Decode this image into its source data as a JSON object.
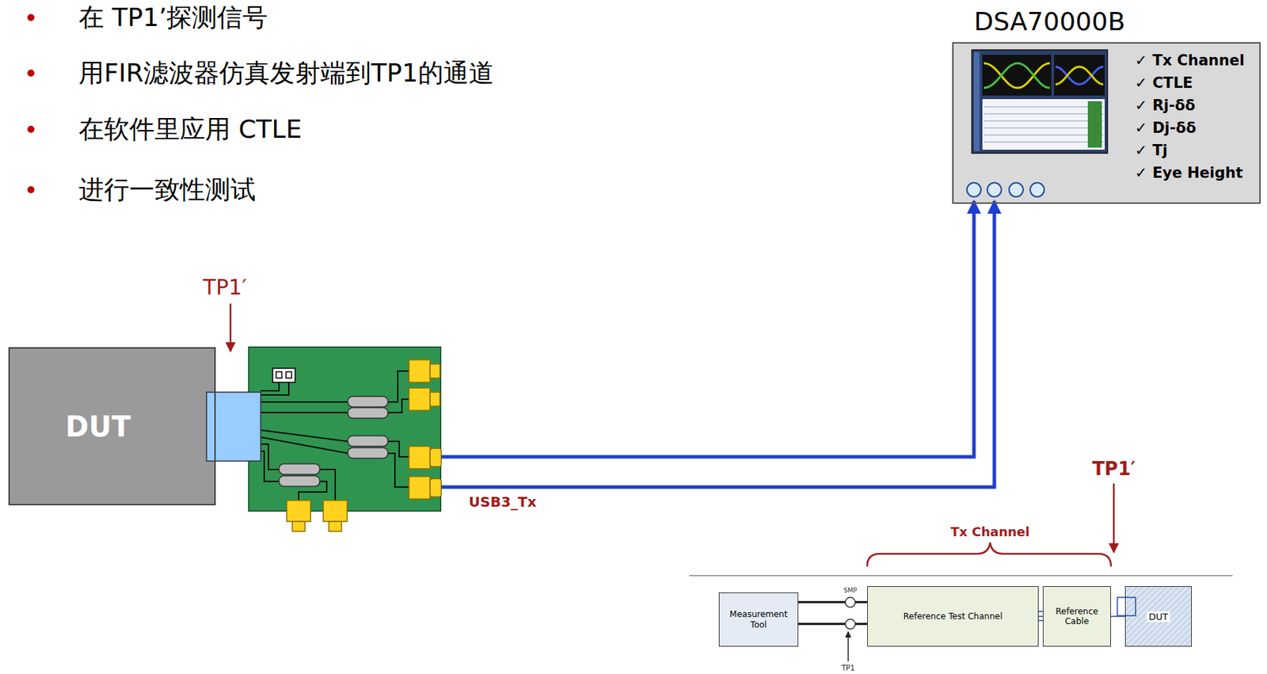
{
  "diagram": {
    "nodes": [
      {
        "text": [
          "DSA70000B",
          "✓ Tx Channel",
          "✓ CTLE",
          "✓ Rj-δδ",
          "✓ Dj-δδ",
          "✓ Tj",
          "✓ Eye Height"
        ]
      },
      {
        "text": [
          "DUT"
        ]
      },
      {
        "text": [
          "Measurement Tool"
        ]
      },
      {
        "text": [
          "Reference Test Channel"
        ]
      },
      {
        "text": [
          "Reference Cable"
        ]
      },
      {
        "text": [
          "DUT"
        ]
      }
    ],
    "edges": [
      {
        "from": 2,
        "to": 3,
        "arrow": "none"
      },
      {
        "from": 2,
        "to": 3,
        "arrow": "none"
      },
      {
        "from": 3,
        "to": 4,
        "arrow": "none"
      },
      {
        "from": 4,
        "to": 5,
        "arrow": "none"
      }
    ],
    "labels": [
      "在 TP1’探测信号",
      "用FIR滤波器仿真发射端到TP1的通道",
      "在软件里应用 CTLE",
      "进行一致性测试",
      "TP1′",
      "USB3_Tx",
      "TP1′",
      "Tx Channel",
      "SMP",
      "TP1"
    ]
  }
}
